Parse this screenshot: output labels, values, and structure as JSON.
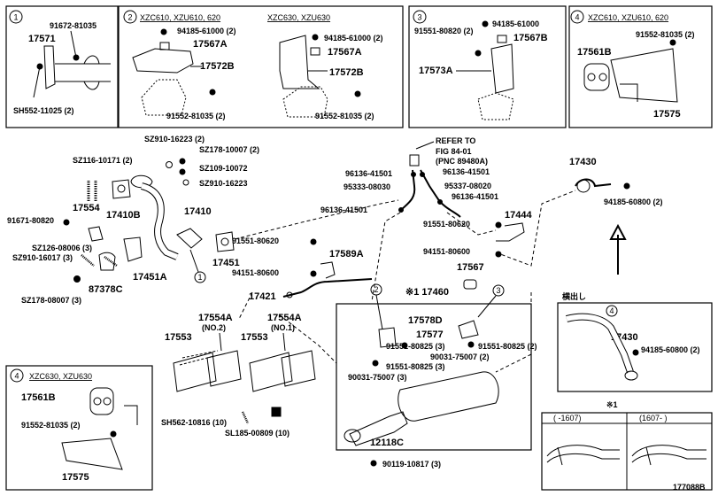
{
  "panels": {
    "p1": {
      "num": "1",
      "labels": [
        "91672-81035",
        "17571",
        "SH552-11025 (2)"
      ]
    },
    "p2": {
      "num": "2",
      "hdr_a": "XZC610, XZU610, 620",
      "hdr_b": "XZC630, XZU630",
      "labels": [
        "94185-61000 (2)",
        "17567A",
        "17572B",
        "91552-81035 (2)",
        "94185-61000 (2)",
        "17567A",
        "17572B",
        "91552-81035 (2)"
      ]
    },
    "p3": {
      "num": "3",
      "labels": [
        "94185-61000",
        "91551-80820 (2)",
        "17567B",
        "17573A"
      ]
    },
    "p4": {
      "num": "4",
      "hdr": "XZC610, XZU610, 620",
      "labels": [
        "17561B",
        "91552-81035 (2)",
        "17575"
      ]
    },
    "p5": {
      "num": "4",
      "hdr": "XZC630, XZU630",
      "labels": [
        "17561B",
        "91552-81035 (2)",
        "17575"
      ]
    }
  },
  "main_labels": {
    "sz910_16223_2": "SZ910-16223 (2)",
    "sz178_10007_2": "SZ178-10007 (2)",
    "sz116_10171_2": "SZ116-10171 (2)",
    "sz109_10072": "SZ109-10072",
    "sz910_16223": "SZ910-16223",
    "p17554": "17554",
    "p17410b": "17410B",
    "p17410": "17410",
    "p91671": "91671-80820",
    "sz126": "SZ126-08006 (3)",
    "sz910_16017": "SZ910-16017 (3)",
    "p17451a": "17451A",
    "p87378c": "87378C",
    "sz178_08007": "SZ178-08007 (3)",
    "p17451": "17451",
    "p91551_80620a": "91551-80620",
    "p17589a": "17589A",
    "p94151_80600a": "94151-80600",
    "p17421": "17421",
    "refer1": "REFER TO",
    "refer2": "FIG 84-01",
    "refer3": "(PNC 89480A)",
    "p96136_a": "96136-41501",
    "p96136_b": "96136-41501",
    "p95333": "95333-08030",
    "p95337": "95337-08020",
    "p96136_c": "96136-41501",
    "p96136_d": "96136-41501",
    "p91551_80620b": "91551-80620",
    "p17444": "17444",
    "p94151_80600b": "94151-80600",
    "p17567": "17567",
    "p17460": "※1 17460",
    "p17430": "17430",
    "p94185_60800a": "94185-60800 (2)",
    "yokodashi": "横出し",
    "p17430b": "17430",
    "p94185_60800b": "94185-60800 (2)",
    "p17554a_2": "17554A",
    "no2": "(NO.2)",
    "p17554a_1": "17554A",
    "no1": "(NO.1)",
    "p17553a": "17553",
    "p17553b": "17553",
    "p17578d": "17578D",
    "p17577": "17577",
    "p91551_80825a": "91551-80825 (3)",
    "p90031_a": "90031-75007 (3)",
    "p91551_80825b": "91551-80825 (2)",
    "p90031_b": "90031-75007 (2)",
    "sh562": "SH562-10816 (10)",
    "sl185": "SL185-00809 (10)",
    "p12118c": "12118C",
    "p90119": "90119-10817 (3)",
    "note1": "※1",
    "col_a": "(      -1607)",
    "col_b": "(1607-      )",
    "circ_1": "1",
    "circ_2": "2",
    "circ_3": "3",
    "circ_4": "4",
    "code": "177088B"
  }
}
